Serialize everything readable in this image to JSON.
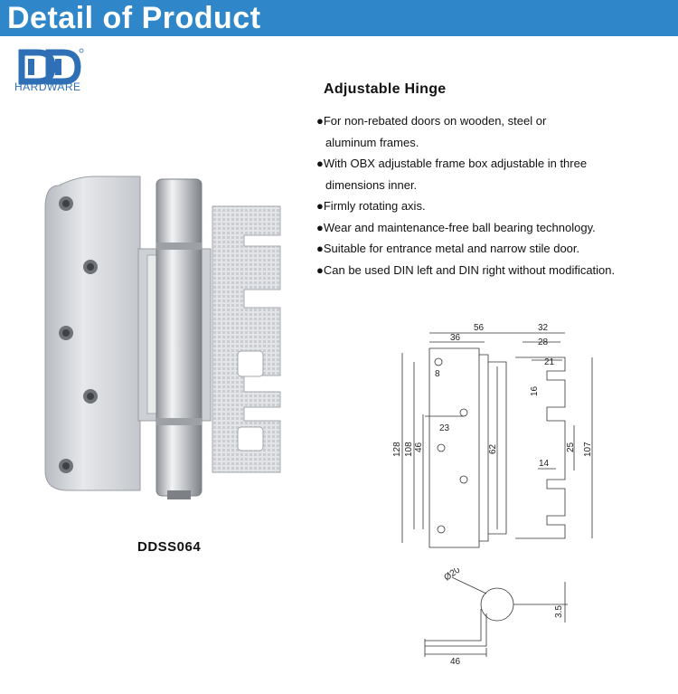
{
  "banner": {
    "title": "Detail of Product"
  },
  "brand": {
    "logo_text": "HARDWARE"
  },
  "product": {
    "title": "Adjustable Hinge",
    "model": "DDSS064",
    "features": [
      {
        "bullet": "●",
        "line1": "For non-rebated doors on wooden, steel or",
        "line2": "aluminum frames."
      },
      {
        "bullet": "●",
        "line1": "With OBX adjustable frame box adjustable in three",
        "line2": "dimensions inner."
      },
      {
        "bullet": "●",
        "line1": "Firmly rotating axis.",
        "line2": ""
      },
      {
        "bullet": "●",
        "line1": "Wear and maintenance-free ball bearing technology.",
        "line2": ""
      },
      {
        "bullet": "●",
        "line1": "Suitable for entrance metal and narrow stile door.",
        "line2": ""
      },
      {
        "bullet": "●",
        "line1": "Can be used DIN left and DIN right without modification.",
        "line2": ""
      }
    ]
  },
  "dimensions": {
    "d56": "56",
    "d36": "36",
    "d32": "32",
    "d28": "28",
    "d21": "21",
    "d8": "8",
    "d16": "16",
    "d23": "23",
    "d128": "128",
    "d108": "108",
    "d46v": "46",
    "d62": "62",
    "d25": "25",
    "d14": "14",
    "d107": "107",
    "d20": "Ø20",
    "d35": "3.5",
    "d46h": "46"
  },
  "colors": {
    "banner": "#2f86c8",
    "logo_blue": "#2e6fb5"
  }
}
